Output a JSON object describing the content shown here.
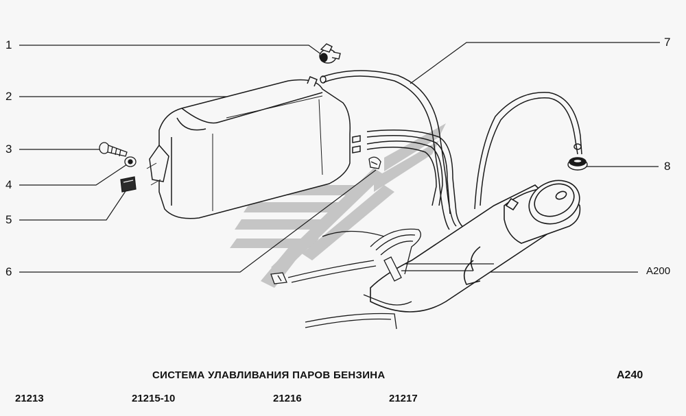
{
  "callouts": {
    "c1": "1",
    "c2": "2",
    "c3": "3",
    "c4": "4",
    "c5": "5",
    "c6": "6",
    "c7": "7",
    "c8": "8",
    "a200": "A200"
  },
  "footer": {
    "title": "СИСТЕМА УЛАВЛИВАНИЯ ПАРОВ БЕНЗИНА",
    "code": "A240",
    "models": [
      "21213",
      "21215-10",
      "21216",
      "21217"
    ]
  },
  "colors": {
    "line": "#1a1a1a",
    "watermark": "#b9b9b9",
    "background": "#f7f7f7"
  }
}
